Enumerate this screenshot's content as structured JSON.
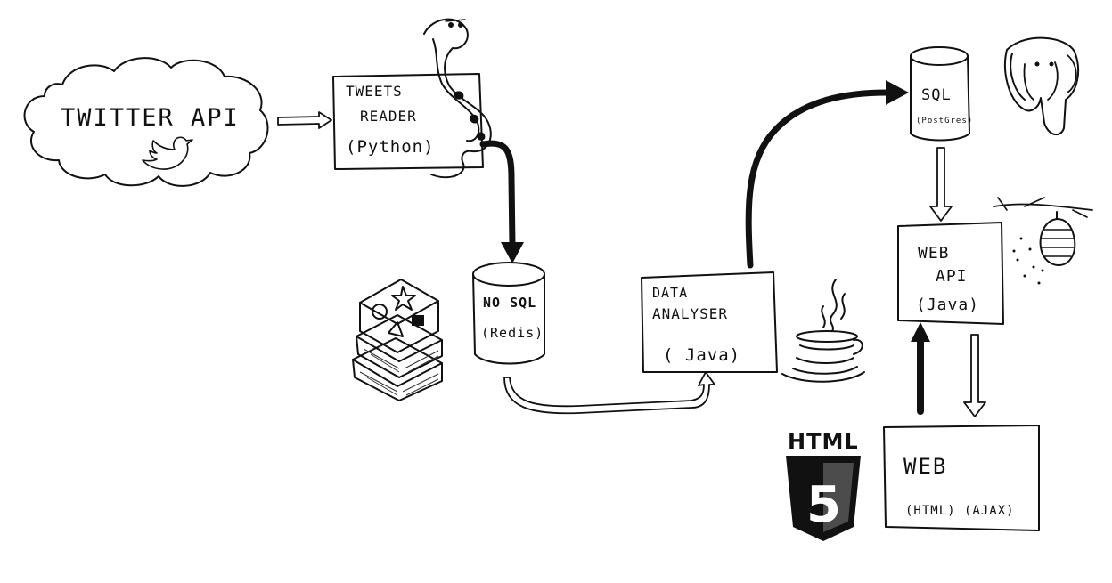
{
  "diagram": {
    "nodes": {
      "twitter": {
        "label": "TWITTER API",
        "icon": "twitter-bird-icon"
      },
      "reader": {
        "line1": "TWEETS",
        "line2": "READER",
        "line3": "(Python)",
        "icon": "python-snake-icon"
      },
      "nosql": {
        "line1": "NO SQL",
        "line2": "(Redis)",
        "icon": "redis-stack-icon"
      },
      "analyser": {
        "line1": "DATA",
        "line2": "ANALYSER",
        "line3": "( Java)",
        "icon": "java-cup-icon"
      },
      "sql": {
        "line1": "SQL",
        "line2": "(PostGres)",
        "icon": "postgres-elephant-icon"
      },
      "webapi": {
        "line1": "WEB",
        "line2": "API",
        "line3": "(Java)",
        "icon": "beehive-icon"
      },
      "web": {
        "line1": "WEB",
        "line2": "(HTML) (AJAX)",
        "icon": "html5-shield-icon"
      }
    },
    "html5_logo_text": "HTML",
    "html5_logo_digit": "5",
    "edges": [
      {
        "from": "twitter",
        "to": "reader",
        "style": "hollow"
      },
      {
        "from": "reader",
        "to": "nosql",
        "style": "bold"
      },
      {
        "from": "nosql",
        "to": "analyser",
        "style": "hollow"
      },
      {
        "from": "analyser",
        "to": "sql",
        "style": "bold"
      },
      {
        "from": "sql",
        "to": "webapi",
        "style": "hollow"
      },
      {
        "from": "webapi",
        "to": "web",
        "style": "hollow"
      },
      {
        "from": "web",
        "to": "webapi",
        "style": "bold"
      }
    ],
    "colors": {
      "ink": "#111111",
      "paper": "#ffffff"
    }
  }
}
